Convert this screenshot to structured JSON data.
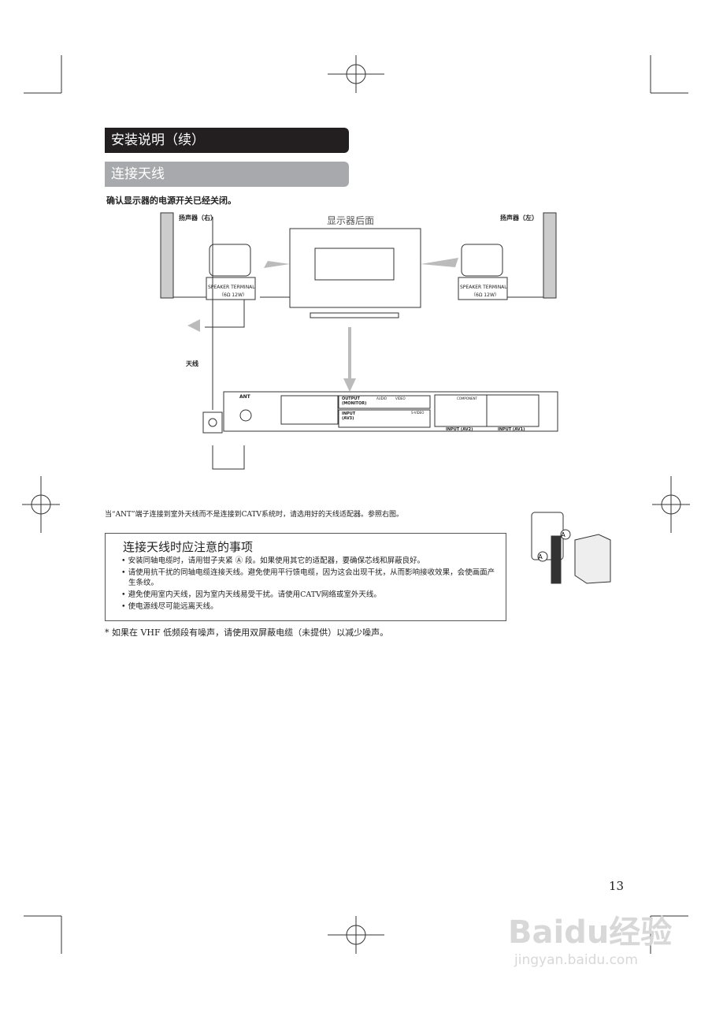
{
  "header": {
    "section_title": "安装说明（续）",
    "subsection_title": "连接天线"
  },
  "intro": "确认显示器的电源开关已经关闭。",
  "diagram": {
    "speaker_right": "扬声器（右）",
    "speaker_left": "扬声器（左）",
    "display_rear": "显示器后面",
    "terminal_label": "SPEAKER TERMINAL",
    "terminal_spec": "（6Ω 12W）",
    "antenna": "天线",
    "ant": "ANT",
    "output": "OUTPUT (MONITOR)",
    "input_av3": "INPUT (AV3)",
    "input_av2": "INPUT (AV2)",
    "input_av1": "INPUT (AV1)",
    "audio": "AUDIO",
    "video": "VIDEO",
    "svideo": "S-VIDEO",
    "component": "COMPONENT",
    "adapter_mark": "A"
  },
  "ant_note": "当“ANT”端子连接到室外天线而不是连接到CATV系统时，请选用好的天线适配器。参照右图。",
  "caution": {
    "title": "连接天线时应注意的事项",
    "items": [
      "安装同轴电缆时，请用钳子夹紧 Ⓐ 段。如果使用其它的适配器，要确保芯线和屏蔽良好。",
      "请使用抗干扰的同轴电缆连接天线。避免使用平行馈电缆，因为这会出现干扰，从而影响接收效果，会使画面产生条纹。",
      "避免使用室内天线，因为室内天线易受干扰。请使用CATV网络或室外天线。",
      "使电源线尽可能远离天线。"
    ]
  },
  "footnote": "* 如果在 VHF 低频段有噪声，请使用双屏蔽电缆（未提供）以减少噪声。",
  "page_number": "13",
  "watermark": {
    "brand": "Baidu经验",
    "url": "jingyan.baidu.com"
  }
}
